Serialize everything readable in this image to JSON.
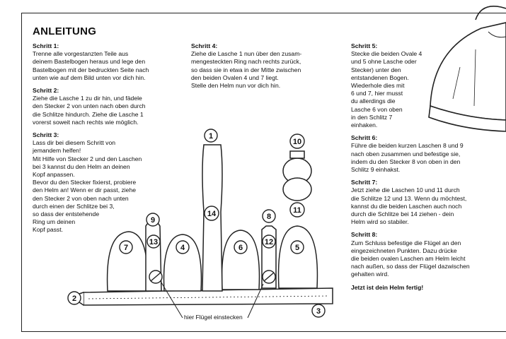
{
  "title": "ANLEITUNG",
  "steps": [
    {
      "heading": "Schritt 1:",
      "text": "Trenne alle vorgestanzten Teile aus\ndeinem Bastelbogen heraus und lege den\nBastelbogen mit der bedruckten Seite nach\nunten wie auf dem Bild unten vor dich hin."
    },
    {
      "heading": "Schritt 2:",
      "text": "Ziehe die Lasche 1 zu dir hin, und fädele\nden  Stecker 2 von unten nach oben durch\ndie Schlitze hindurch. Ziehe die Lasche 1\nvorerst soweit nach rechts wie möglich."
    },
    {
      "heading": "Schritt 3:",
      "text": "Lass dir bei diesem Schritt von\njemandem helfen!\nMit Hilfe von Stecker 2 und den Laschen\nbei 3 kannst du den Helm an deinen\nKopf anpassen.\nBevor du den Stecker fixierst, probiere\nden Helm an! Wenn er dir passt, ziehe\nden Stecker 2 von oben nach unten\ndurch einen der Schlitze bei 3,\nso dass der entstehende\nRing um deinen\nKopf passt."
    },
    {
      "heading": "Schritt 4:",
      "text": "Ziehe die Lasche 1 nun über den zusam-\nmengesteckten Ring nach rechts zurück,\nso dass sie in etwa in der Mitte zwischen\nden beiden Ovalen 4 und 7 liegt.\nStelle den Helm nun vor dich hin."
    },
    {
      "heading": "Schritt 5:",
      "text": "Stecke die beiden Ovale 4\nund 5 ohne Lasche oder\nStecker) unter den\nentstandenen Bogen.\nWiederhole dies mit\n6 und 7, hier musst\ndu allerdings die\nLasche 6 von oben\nin den Schlitz 7\neinhaken."
    },
    {
      "heading": "Schritt 6:",
      "text": "Führe die beiden kurzen Laschen 8 und 9\nnach oben zusammen und befestige sie,\nindem du den Stecker 8 von oben in den\nSchlitz 9 einhakst."
    },
    {
      "heading": "Schritt 7:",
      "text": "Jetzt ziehe die Laschen 10 und 11 durch\ndie Schlitze 12 und 13. Wenn du möchtest,\nkannst du die beiden Laschen auch noch\ndurch die Schlitze bei 14 ziehen - dein\nHelm wird so stabiler."
    },
    {
      "heading": "Schritt 8:",
      "text": "Zum Schluss befestige die Flügel an den\neingezeichneten Punkten. Dazu drücke\ndie beiden ovalen Laschen am Helm leicht\nnach außen, so dass der Flügel dazwischen\ngehalten wird."
    }
  ],
  "closing": "Jetzt ist dein Helm fertig!",
  "caption": "hier Flügel einstecken",
  "part_labels": [
    "1",
    "2",
    "3",
    "4",
    "5",
    "6",
    "7",
    "8",
    "9",
    "10",
    "11",
    "12",
    "13",
    "14"
  ]
}
